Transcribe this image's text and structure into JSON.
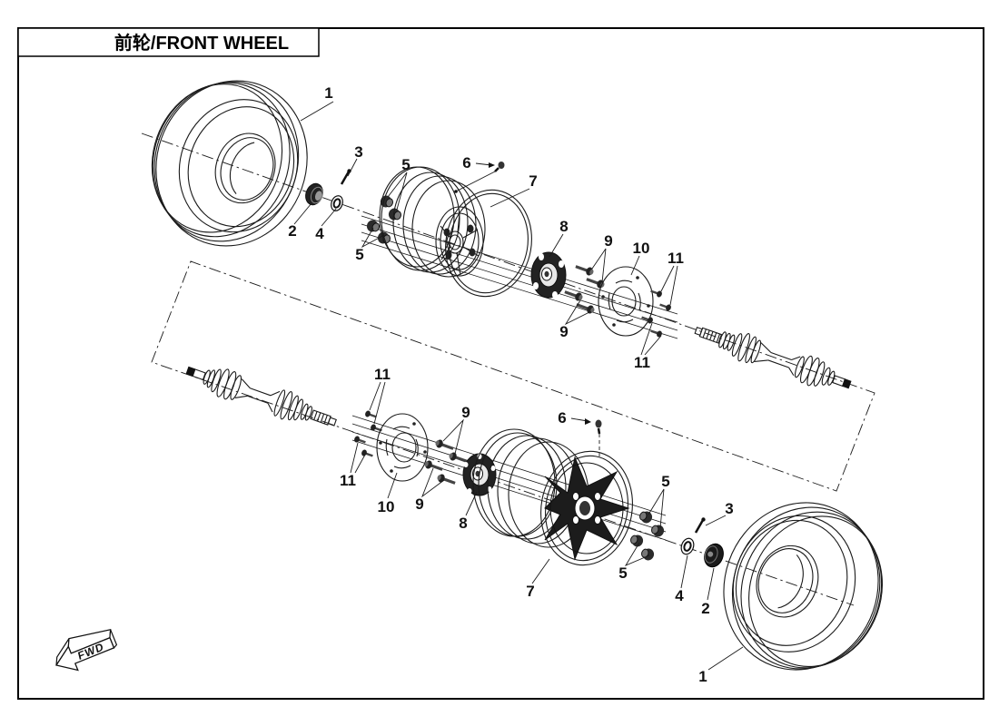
{
  "title": "前轮/FRONT WHEEL",
  "direction_marker": "FWD",
  "colors": {
    "line": "#1a1a1a",
    "background": "#ffffff",
    "text": "#000000"
  },
  "callouts": {
    "top_assembly": [
      "1",
      "2",
      "3",
      "4",
      "5",
      "5",
      "6",
      "7",
      "8",
      "9",
      "9",
      "10",
      "11",
      "11"
    ],
    "bottom_assembly": [
      "11",
      "11",
      "10",
      "9",
      "9",
      "8",
      "6",
      "5",
      "5",
      "7",
      "3",
      "4",
      "2",
      "1"
    ]
  }
}
